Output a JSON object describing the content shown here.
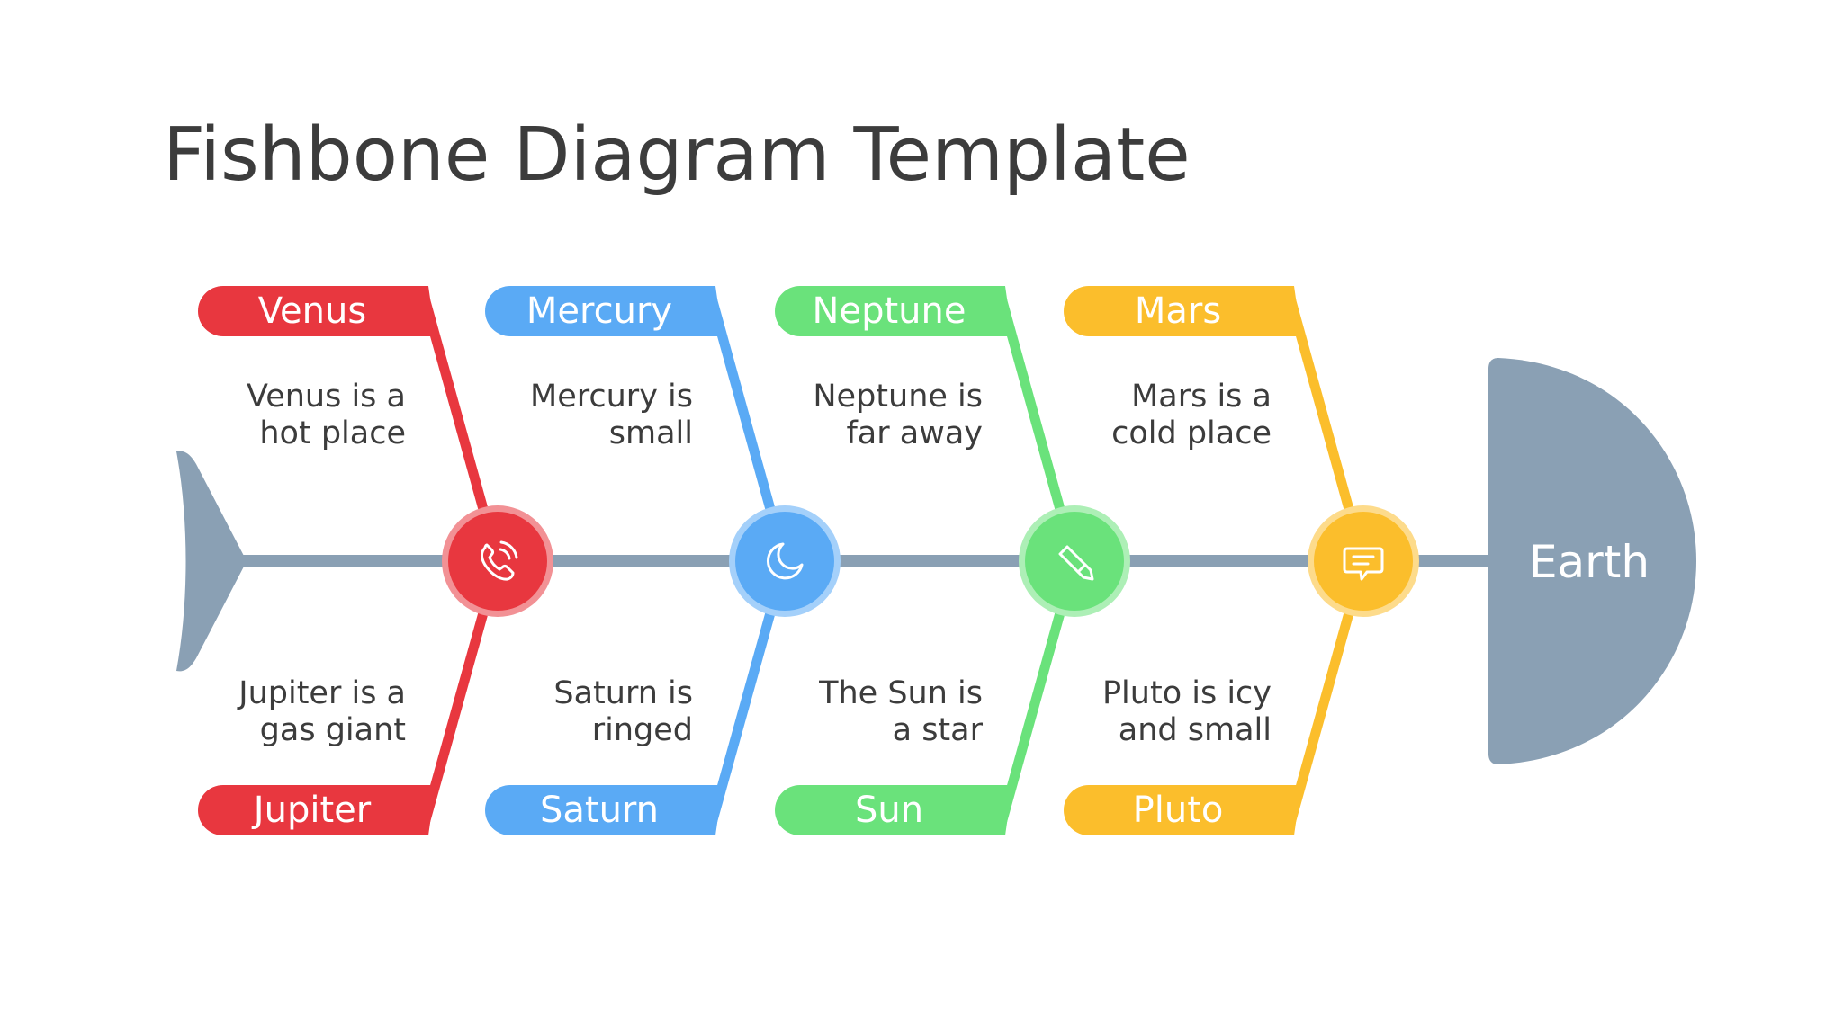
{
  "title": "Fishbone Diagram Template",
  "head": {
    "label": "Earth",
    "color": "#8aa0b4"
  },
  "spine_color": "#8aa0b4",
  "branches": [
    {
      "color": "#e8373f",
      "icon": "phone-icon",
      "top": {
        "label": "Venus",
        "desc": [
          "Venus is a",
          "hot place"
        ]
      },
      "bottom": {
        "label": "Jupiter",
        "desc": [
          "Jupiter is a",
          "gas giant"
        ]
      }
    },
    {
      "color": "#5aaaf5",
      "icon": "moon-icon",
      "top": {
        "label": "Mercury",
        "desc": [
          "Mercury is",
          "small"
        ]
      },
      "bottom": {
        "label": "Saturn",
        "desc": [
          "Saturn is",
          "ringed"
        ]
      }
    },
    {
      "color": "#6ae27b",
      "icon": "pencil-icon",
      "top": {
        "label": "Neptune",
        "desc": [
          "Neptune is",
          "far away"
        ]
      },
      "bottom": {
        "label": "Sun",
        "desc": [
          "The Sun is",
          "a star"
        ]
      }
    },
    {
      "color": "#fbbe2c",
      "icon": "chat-icon",
      "top": {
        "label": "Mars",
        "desc": [
          "Mars is a",
          "cold place"
        ]
      },
      "bottom": {
        "label": "Pluto",
        "desc": [
          "Pluto is icy",
          "and small"
        ]
      }
    }
  ]
}
